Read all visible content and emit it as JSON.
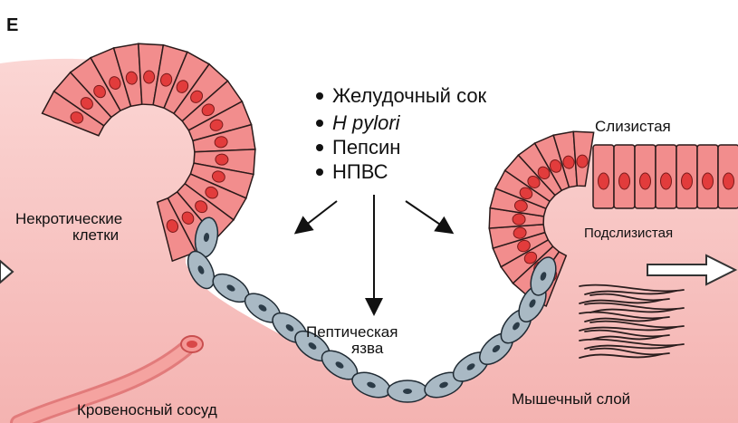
{
  "panel_letter": "Е",
  "causes": [
    {
      "text": "Желудочный сок",
      "italic": false
    },
    {
      "text": "H pylori",
      "italic": true
    },
    {
      "text": "Пепсин",
      "italic": false
    },
    {
      "text": "НПВС",
      "italic": false
    }
  ],
  "labels": {
    "necrotic_line1": "Некротические",
    "necrotic_line2": "клетки",
    "mucosa": "Слизистая",
    "submucosa": "Подслизистая",
    "ulcer_line1": "Пептическая",
    "ulcer_line2": "язва",
    "blood_vessel": "Кровеносный сосуд",
    "muscle_layer": "Мышечный слой"
  },
  "colors": {
    "tissue": "#f7c4c2",
    "tissue_deep": "#f2aaa8",
    "cell_fill": "#f28d8d",
    "nucleus": "#e23c3c",
    "necrotic_cell": "#a9b9c4",
    "muscle_fiber": "#2a1d1d"
  }
}
